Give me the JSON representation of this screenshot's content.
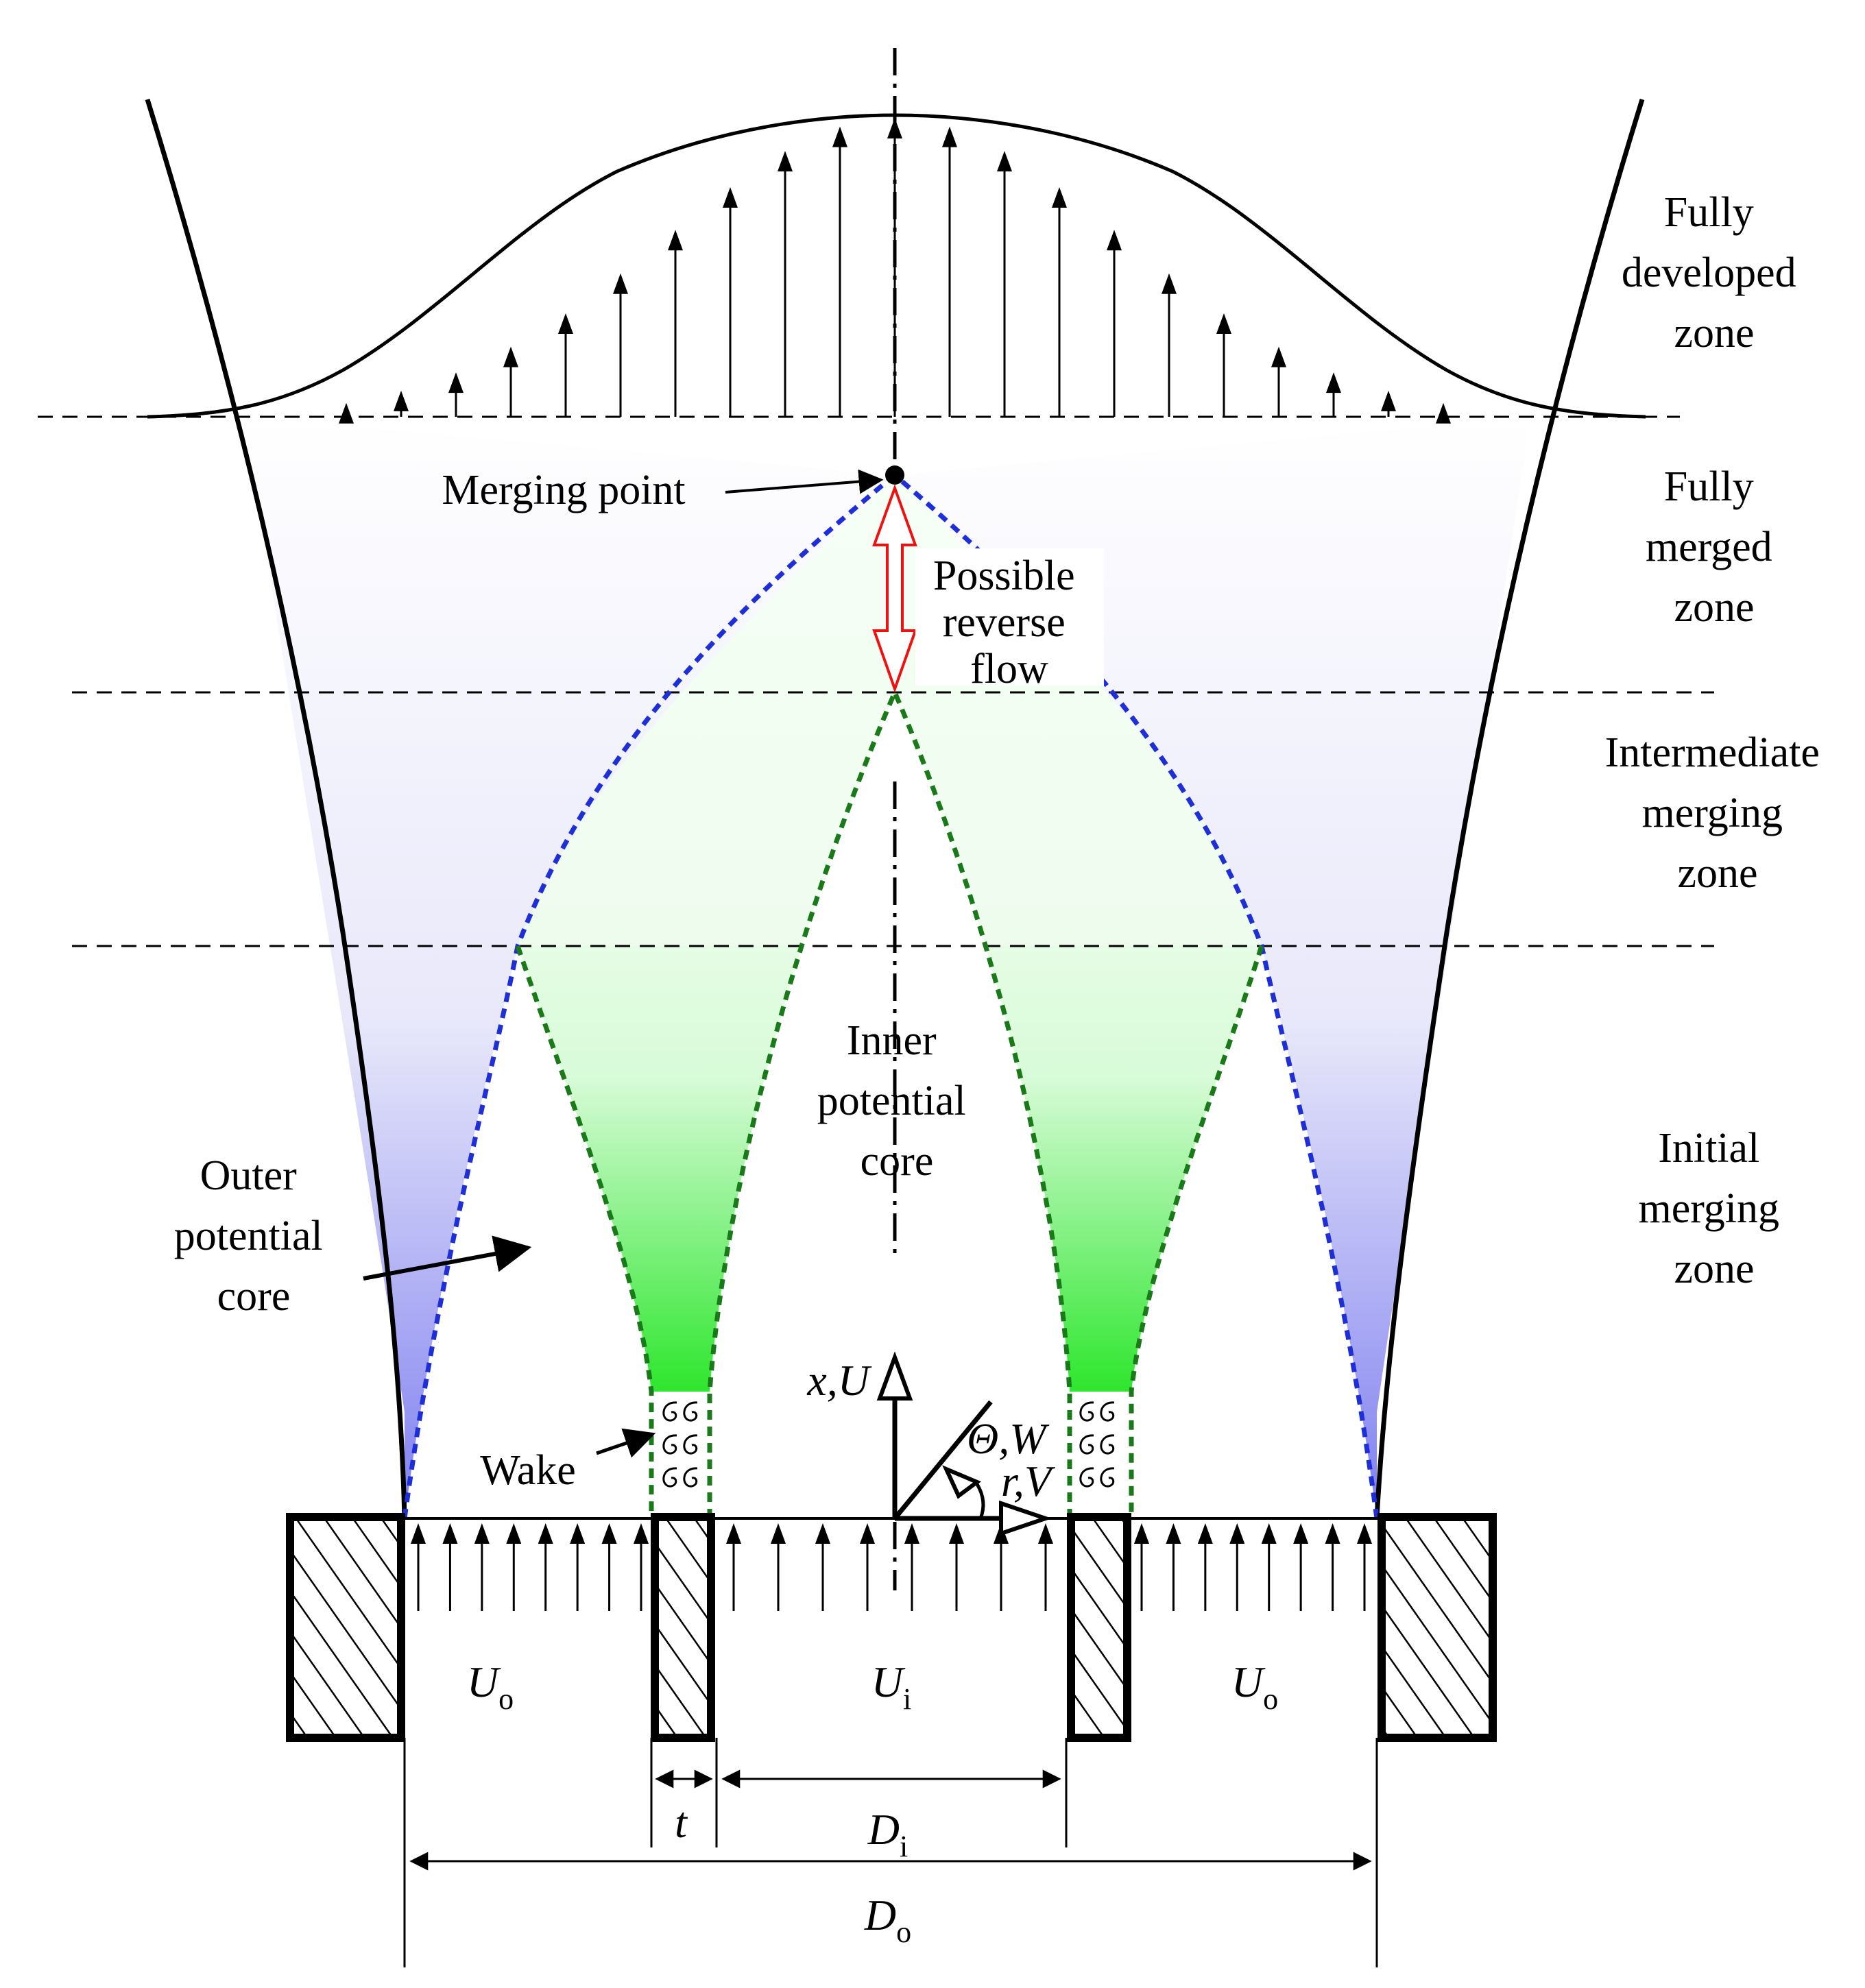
{
  "zones": {
    "fully_developed": [
      "Fully",
      "developed",
      "zone"
    ],
    "fully_merged": [
      "Fully",
      "merged",
      "zone"
    ],
    "intermediate": [
      "Intermediate",
      "merging",
      "zone"
    ],
    "initial": [
      "Initial",
      "merging",
      "zone"
    ]
  },
  "labels": {
    "merging_point": "Merging point",
    "reverse_flow": [
      "Possible",
      "reverse",
      "flow"
    ],
    "inner_core": [
      "Inner",
      "potential",
      "core"
    ],
    "outer_core": [
      "Outer",
      "potential",
      "core"
    ],
    "wake": "Wake"
  },
  "symbols": {
    "x_u": "x,U",
    "theta_w": "Θ,W",
    "r_v": "r,V",
    "u": "U",
    "sub_o": "o",
    "sub_i": "i",
    "t": "t",
    "d": "D"
  },
  "colors": {
    "jet_boundary": "#000000",
    "shear_layer_outer": "#1f2fd8",
    "shear_layer_inner": "#1a7a1a",
    "merged_fill": "#c8c8f8",
    "wake_fill": "#33ee33",
    "reverse_flow_arrow": "#ee1111"
  }
}
